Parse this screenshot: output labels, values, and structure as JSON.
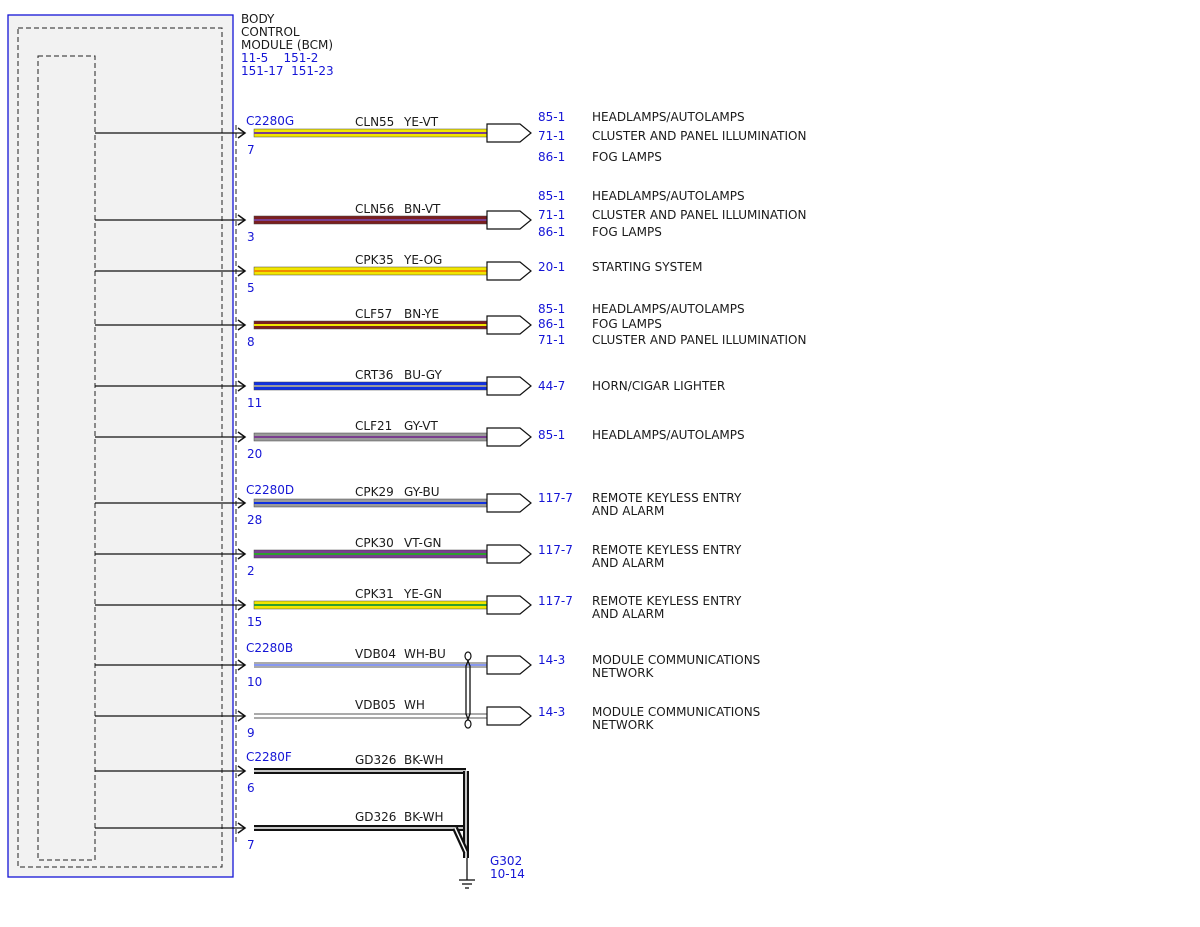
{
  "module": {
    "title_lines": [
      "BODY",
      "CONTROL",
      "MODULE (BCM)"
    ],
    "ref_lines": [
      "11-5    151-2",
      "151-17  151-23"
    ]
  },
  "colors": {
    "blue": "#1515d6",
    "module_fill": "#f2f2f2",
    "YE": "#f2e600",
    "VT": "#7a3f8f",
    "BN": "#7b1f1f",
    "OG": "#f08a00",
    "BU": "#1030e0",
    "GY": "#9a9a9a",
    "GN": "#2e9e2e",
    "WH": "#ffffff",
    "BK": "#111111"
  },
  "circuits": [
    {
      "connector": "C2280G",
      "pin": "7",
      "circuit": "CLN55",
      "color_code": "YE-VT",
      "base": "YE",
      "stripe": "VT",
      "dests": [
        {
          "ref": "85-1",
          "label": "HEADLAMPS/AUTOLAMPS"
        },
        {
          "ref": "71-1",
          "label": "CLUSTER AND PANEL ILLUMINATION"
        },
        {
          "ref": "86-1",
          "label": "FOG LAMPS"
        }
      ]
    },
    {
      "connector": "",
      "pin": "3",
      "circuit": "CLN56",
      "color_code": "BN-VT",
      "base": "BN",
      "stripe": "VT",
      "dests": [
        {
          "ref": "85-1",
          "label": "HEADLAMPS/AUTOLAMPS"
        },
        {
          "ref": "71-1",
          "label": "CLUSTER AND PANEL ILLUMINATION"
        },
        {
          "ref": "86-1",
          "label": "FOG LAMPS"
        }
      ]
    },
    {
      "connector": "",
      "pin": "5",
      "circuit": "CPK35",
      "color_code": "YE-OG",
      "base": "YE",
      "stripe": "OG",
      "dests": [
        {
          "ref": "20-1",
          "label": "STARTING SYSTEM"
        }
      ]
    },
    {
      "connector": "",
      "pin": "8",
      "circuit": "CLF57",
      "color_code": "BN-YE",
      "base": "BN",
      "stripe": "YE",
      "dests": [
        {
          "ref": "85-1",
          "label": "HEADLAMPS/AUTOLAMPS"
        },
        {
          "ref": "86-1",
          "label": "FOG LAMPS"
        },
        {
          "ref": "71-1",
          "label": "CLUSTER AND PANEL ILLUMINATION"
        }
      ]
    },
    {
      "connector": "",
      "pin": "11",
      "circuit": "CRT36",
      "color_code": "BU-GY",
      "base": "BU",
      "stripe": "GY",
      "dests": [
        {
          "ref": "44-7",
          "label": "HORN/CIGAR LIGHTER"
        }
      ]
    },
    {
      "connector": "",
      "pin": "20",
      "circuit": "CLF21",
      "color_code": "GY-VT",
      "base": "GY",
      "stripe": "VT",
      "dests": [
        {
          "ref": "85-1",
          "label": "HEADLAMPS/AUTOLAMPS"
        }
      ]
    },
    {
      "connector": "C2280D",
      "pin": "28",
      "circuit": "CPK29",
      "color_code": "GY-BU",
      "base": "GY",
      "stripe": "BU",
      "dests": [
        {
          "ref": "117-7",
          "label": "REMOTE KEYLESS ENTRY",
          "label2": "AND ALARM"
        }
      ]
    },
    {
      "connector": "",
      "pin": "2",
      "circuit": "CPK30",
      "color_code": "VT-GN",
      "base": "VT",
      "stripe": "GN",
      "dests": [
        {
          "ref": "117-7",
          "label": "REMOTE KEYLESS ENTRY",
          "label2": "AND ALARM"
        }
      ]
    },
    {
      "connector": "",
      "pin": "15",
      "circuit": "CPK31",
      "color_code": "YE-GN",
      "base": "YE",
      "stripe": "GN",
      "dests": [
        {
          "ref": "117-7",
          "label": "REMOTE KEYLESS ENTRY",
          "label2": "AND ALARM"
        }
      ]
    },
    {
      "connector": "C2280B",
      "pin": "10",
      "circuit": "VDB04",
      "color_code": "WH-BU",
      "base": "WH",
      "stripe": "BU",
      "twisted": true,
      "dests": [
        {
          "ref": "14-3",
          "label": "MODULE COMMUNICATIONS",
          "label2": "NETWORK"
        }
      ]
    },
    {
      "connector": "",
      "pin": "9",
      "circuit": "VDB05",
      "color_code": "WH",
      "base": "WH",
      "stripe": "",
      "twisted": true,
      "dests": [
        {
          "ref": "14-3",
          "label": "MODULE COMMUNICATIONS",
          "label2": "NETWORK"
        }
      ]
    },
    {
      "connector": "C2280F",
      "pin": "6",
      "circuit": "GD326",
      "color_code": "BK-WH",
      "base": "BK",
      "stripe": "WH",
      "ground": true,
      "dests": []
    },
    {
      "connector": "",
      "pin": "7",
      "circuit": "GD326",
      "color_code": "BK-WH",
      "base": "BK",
      "stripe": "WH",
      "ground": true,
      "dests": []
    }
  ],
  "ground": {
    "name": "G302",
    "ref": "10-14"
  }
}
